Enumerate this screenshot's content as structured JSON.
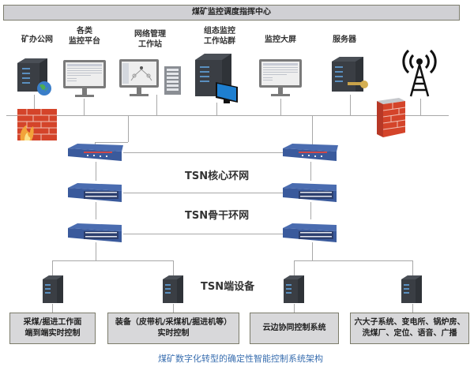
{
  "title": "煤矿监控调度指挥中心",
  "top_nodes": [
    {
      "label_lines": [
        "矿办公网"
      ],
      "icon": "server-globe-icon"
    },
    {
      "label_lines": [
        "各类",
        "监控平台"
      ],
      "icon": "monitor-icon"
    },
    {
      "label_lines": [
        "网络管理",
        "工作站"
      ],
      "icon": "monitor-rack-icon"
    },
    {
      "label_lines": [
        "组态监控",
        "工作站群"
      ],
      "icon": "server-monitor-icon"
    },
    {
      "label_lines": [
        "监控大屏"
      ],
      "icon": "monitor-icon"
    },
    {
      "label_lines": [
        "服务器"
      ],
      "icon": "server-key-icon"
    },
    {
      "label_lines": [
        ""
      ],
      "icon": "antenna-tower-icon"
    }
  ],
  "firewalls": [
    "firewall-flame-icon",
    "firewall-icon"
  ],
  "rings": {
    "core": "TSN核心环网",
    "backbone": "TSN骨干环网",
    "endpoint": "TSN端设备"
  },
  "end_devices": [
    {
      "lines": [
        "采煤/掘进工作面",
        "端到端实时控制"
      ]
    },
    {
      "lines": [
        "装备（皮带机/采煤机/掘进机等）",
        "实时控制"
      ]
    },
    {
      "lines": [
        "云边协同控制系统"
      ]
    },
    {
      "lines": [
        "六大子系统、变电所、锅炉房、",
        "洗煤厂、定位、语音、广播"
      ]
    }
  ],
  "caption": "煤矿数字化转型的确定性智能控制系统架构",
  "colors": {
    "switch_blue": "#3a5a9c",
    "firewall_red": "#d4442a",
    "caption_blue": "#3a6fb0",
    "box_fill": "#d8d8da"
  }
}
